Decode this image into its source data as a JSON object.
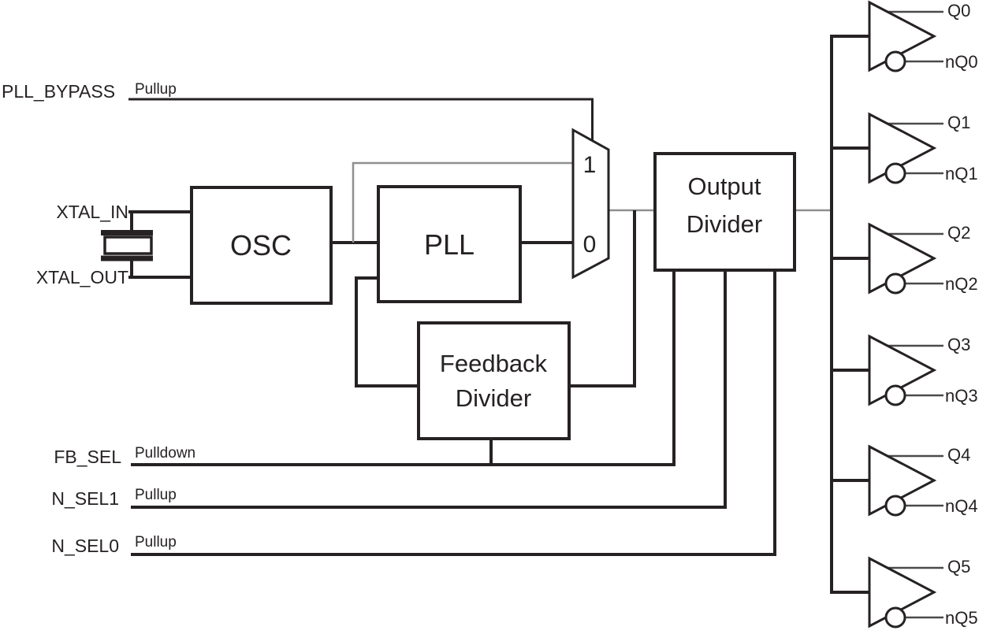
{
  "palette": {
    "background": "#ffffff",
    "line": "#262223",
    "gray_line": "#8f8f8f",
    "stub_line": "#4a4a4a",
    "text": "#262223"
  },
  "ports": {
    "pll_bypass": {
      "label": "PLL_BYPASS",
      "pull": "Pullup"
    },
    "xtal_in": {
      "label": "XTAL_IN"
    },
    "xtal_out": {
      "label": "XTAL_OUT"
    },
    "fb_sel": {
      "label": "FB_SEL",
      "pull": "Pulldown"
    },
    "n_sel1": {
      "label": "N_SEL1",
      "pull": "Pullup"
    },
    "n_sel0": {
      "label": "N_SEL0",
      "pull": "Pullup"
    }
  },
  "blocks": {
    "osc": {
      "label": "OSC"
    },
    "pll": {
      "label": "PLL"
    },
    "output_divider": {
      "line1": "Output",
      "line2": "Divider"
    },
    "feedback_divider": {
      "line1": "Feedback",
      "line2": "Divider"
    }
  },
  "mux": {
    "top_input": "1",
    "bottom_input": "0"
  },
  "outputs": [
    {
      "q": "Q0",
      "nq": "nQ0"
    },
    {
      "q": "Q1",
      "nq": "nQ1"
    },
    {
      "q": "Q2",
      "nq": "nQ2"
    },
    {
      "q": "Q3",
      "nq": "nQ3"
    },
    {
      "q": "Q4",
      "nq": "nQ4"
    },
    {
      "q": "Q5",
      "nq": "nQ5"
    }
  ]
}
